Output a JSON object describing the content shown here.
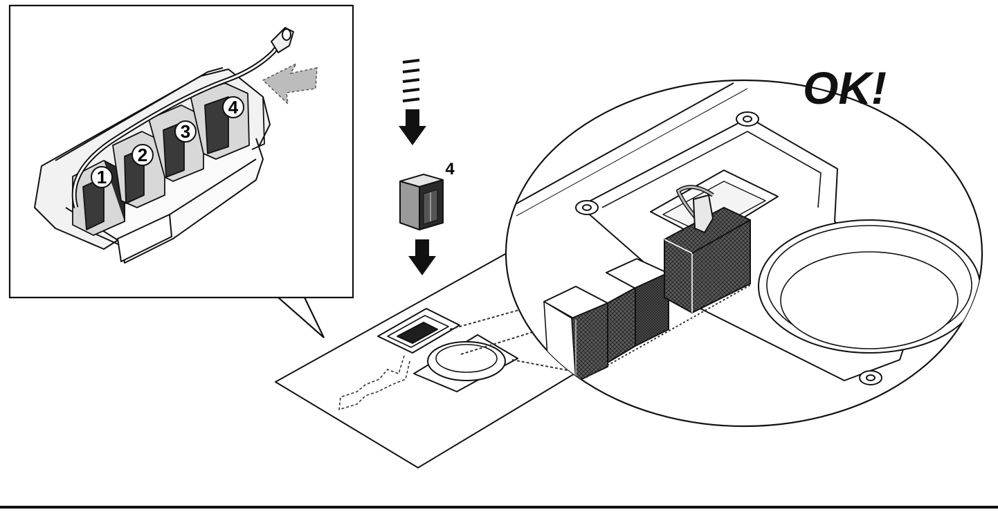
{
  "callout": {
    "slots": [
      {
        "label": "1"
      },
      {
        "label": "2"
      },
      {
        "label": "3"
      },
      {
        "label": "4"
      }
    ]
  },
  "step": {
    "module_number": "4"
  },
  "detail": {
    "status_text": "OK!"
  },
  "colors": {
    "ink": "#111111",
    "paper": "#ffffff",
    "shade": "#bcbcbc",
    "light": "#e6e6e6"
  }
}
